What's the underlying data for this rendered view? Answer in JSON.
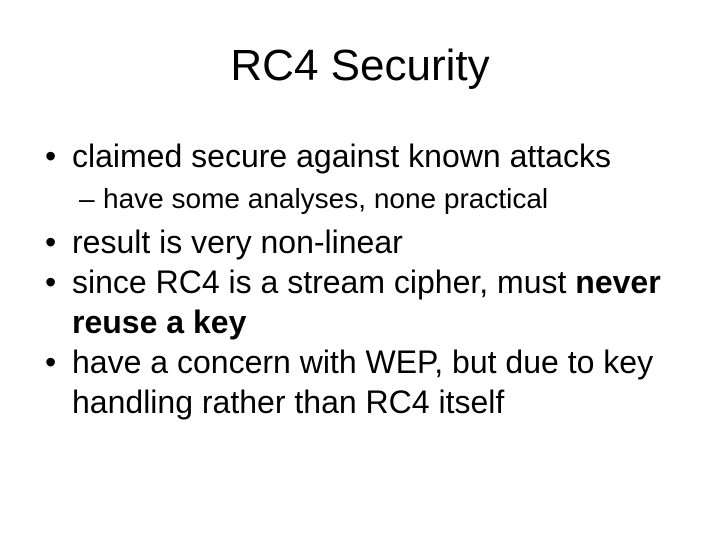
{
  "slide": {
    "title": "RC4 Security",
    "markers": {
      "bullet": "•",
      "dash": "–"
    },
    "bullets": {
      "b1": "claimed secure against known attacks",
      "sub1": "have some analyses, none practical",
      "b2": "result is very non-linear",
      "b3_regular": "since RC4 is a stream cipher, must ",
      "b3_bold_line1": "never",
      "b3_bold_line2": "reuse a key",
      "b4_line1": "have a concern with WEP, but due to key",
      "b4_line2": "handling rather than RC4 itself"
    },
    "colors": {
      "background": "#ffffff",
      "text": "#000000"
    }
  }
}
